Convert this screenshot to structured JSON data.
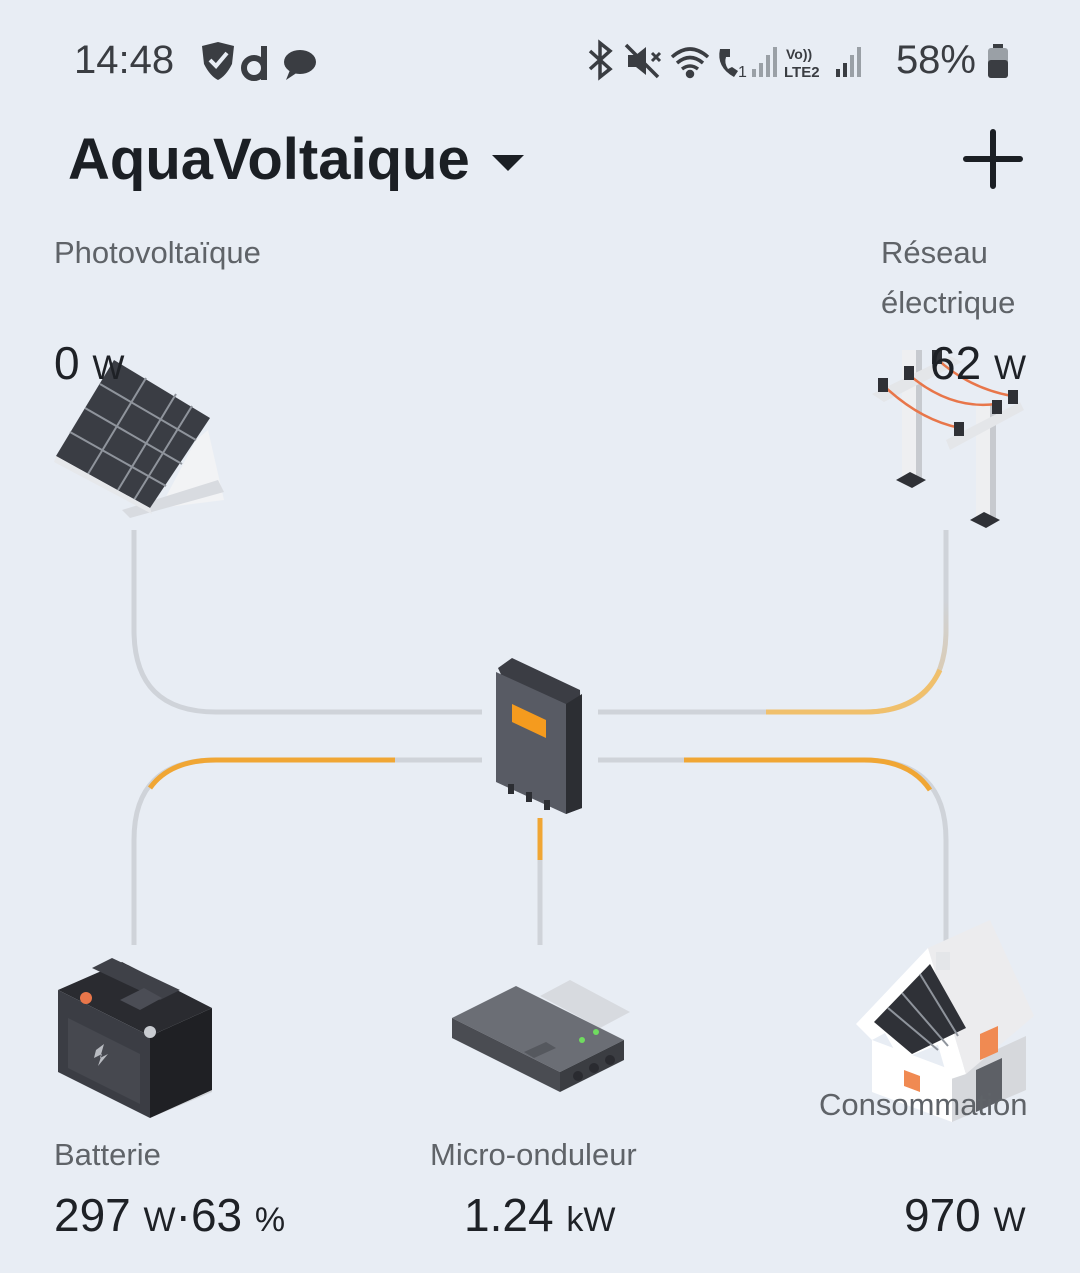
{
  "status_bar": {
    "time": "14:48",
    "battery_percent": "58%",
    "icons": [
      "shield-icon",
      "d-app-icon",
      "chat-icon",
      "bluetooth-icon",
      "mute-icon",
      "wifi-icon",
      "wifi-call-icon",
      "signal-icon",
      "volte-icon",
      "signal-icon",
      "battery-icon"
    ],
    "volte_text": "Vo)) LTE2"
  },
  "header": {
    "title": "AquaVoltaique",
    "add_icon": "plus-icon"
  },
  "nodes": {
    "photovoltaic": {
      "label": "Photovoltaïque",
      "value": "0",
      "unit": "W",
      "icon": "solar-panel-icon"
    },
    "grid": {
      "label": "Réseau électrique",
      "value": "62",
      "unit": "W",
      "icon": "power-pole-icon"
    },
    "battery": {
      "label": "Batterie",
      "value": "297",
      "unit": "W",
      "sep": "·",
      "percent": "63",
      "percent_unit": "%",
      "icon": "battery-icon"
    },
    "micro_inverter": {
      "label": "Micro-onduleur",
      "value": "1.24",
      "unit": "kW",
      "icon": "micro-inverter-icon"
    },
    "consumption": {
      "label": "Consommation",
      "value": "970",
      "unit": "W",
      "icon": "house-icon"
    },
    "hub": {
      "icon": "inverter-hub-icon"
    }
  },
  "colors": {
    "background": "#e8edf4",
    "flow_active": "#f0a634",
    "flow_idle": "#cfd3d9"
  }
}
